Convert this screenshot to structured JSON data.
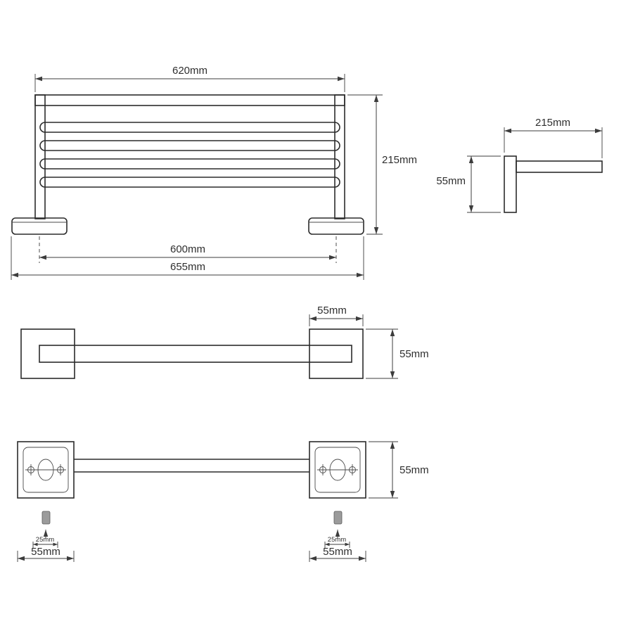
{
  "drawing": {
    "front_view": {
      "width_top": "620mm",
      "height": "215mm",
      "mount_centers": "600mm",
      "width_total": "655mm"
    },
    "side_view": {
      "depth": "215mm",
      "height": "55mm"
    },
    "top_view": {
      "plate_width": "55mm",
      "depth": "55mm"
    },
    "mount_view": {
      "height": "55mm",
      "screw_offset_left": "25mm",
      "screw_offset_right": "25mm",
      "plate_width_left": "55mm",
      "plate_width_right": "55mm"
    },
    "colors": {
      "line": "#2b2b2b",
      "dimension": "#3c3c3c",
      "screw_fill": "#9b9b9b",
      "background": "#ffffff"
    }
  }
}
